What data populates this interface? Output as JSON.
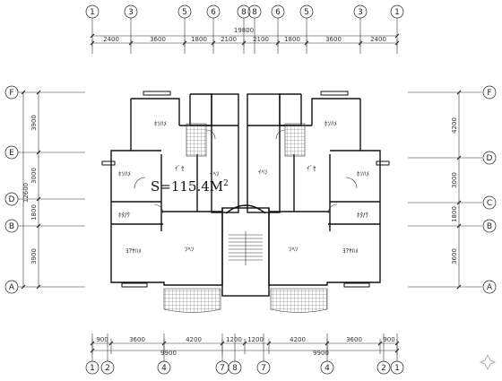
{
  "top_axes": [
    "1",
    "3",
    "5",
    "6",
    "8",
    "8",
    "6",
    "5",
    "3",
    "1"
  ],
  "top_overall": "19800",
  "top_dims": [
    "2400",
    "3600",
    "1800",
    "2100",
    "2100",
    "1800",
    "3600",
    "2400"
  ],
  "bottom_dims": [
    "900",
    "3600",
    "4200",
    "1200",
    "1200",
    "4200",
    "3600",
    "900"
  ],
  "bottom_half_dims": [
    "9900",
    "9900"
  ],
  "bottom_axes": [
    "1",
    "2",
    "4",
    "7",
    "8",
    "7",
    "4",
    "2",
    "1"
  ],
  "left_axes": [
    "F",
    "E",
    "D",
    "B",
    "A"
  ],
  "left_overall": "12600",
  "left_dims": [
    "3900",
    "3000",
    "1800",
    "3900"
  ],
  "right_axes": [
    "F",
    "D",
    "C",
    "B",
    "A"
  ],
  "right_dims": [
    "4200",
    "3000",
    "1800",
    "3600"
  ],
  "rooms": {
    "bedroom_top_l": "ﾎｿﾊﾒ",
    "bedroom_top_r": "ﾎｿﾊﾒ",
    "bedroom_mid_l": "ﾎｿﾊﾒ",
    "bedroom_mid_r": "ﾎｿﾊﾒ",
    "wc_l": "ｲﾞｾ",
    "wc_r": "ｲﾞｾ",
    "kitchen_c": "ｲﾍｿ",
    "kitchen_r": "ｲﾍｿ",
    "store_l": "ﾎﾀ/ｸ",
    "store_r": "ﾎﾀ/ｸ",
    "living_l": "ｿﾍｿ",
    "living_r": "ｿﾍｿ",
    "bedroom_bot_l": "ﾖ?ﾔﾊﾒ",
    "bedroom_bot_r": "ﾖ?ﾔﾊﾒ"
  },
  "area_label": "S=115.4M",
  "area_sup": "2"
}
